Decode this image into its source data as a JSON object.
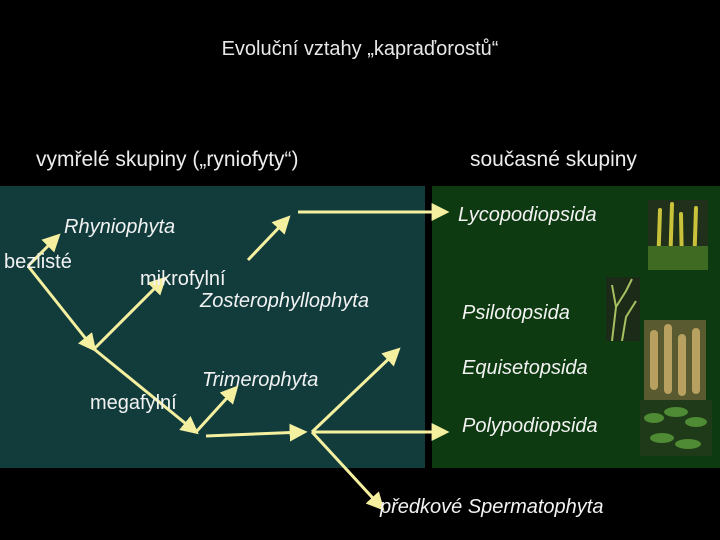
{
  "title": "Evoluční vztahy „kapraďorostů“",
  "headers": {
    "extinct": "vymřelé skupiny („ryniofyty“)",
    "extant": "současné skupiny"
  },
  "left_labels": {
    "rhyniophyta": "Rhyniophyta",
    "bezliste": "bezlisté",
    "mikrofylni": "mikrofylní",
    "zosterophyllophyta": "Zosterophyllophyta",
    "trimerophyta": "Trimerophyta",
    "megafylni": "megafylní"
  },
  "right_labels": {
    "lycopodiopsida": "Lycopodiopsida",
    "psilotopsida": "Psilotopsida",
    "equisetopsida": "Equisetopsida",
    "polypodiopsida": "Polypodiopsida"
  },
  "bottom_label": "předkové Spermatophyta",
  "colors": {
    "background": "#000000",
    "extinct_panel": "#123c3c",
    "extant_panel": "#0d3a10",
    "arrow": "#f5f0a0"
  },
  "images": [
    "clubmoss-photo",
    "psilotum-photo",
    "horsetail-photo",
    "fern-photo"
  ]
}
